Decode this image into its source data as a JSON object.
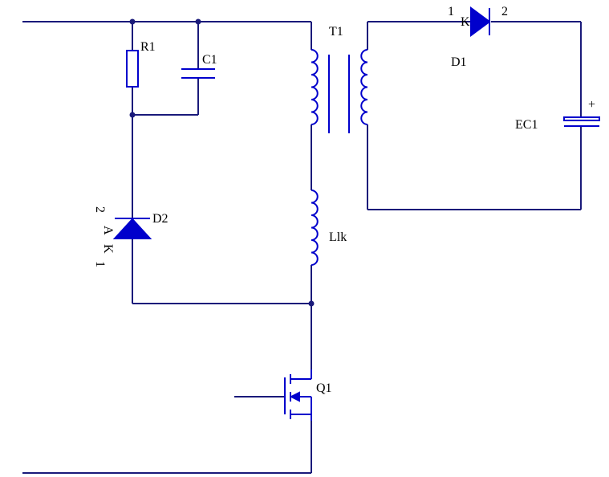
{
  "colors": {
    "wire": "#1a1a7a",
    "component": "#0000cc",
    "text": "#000000",
    "background": "#ffffff"
  },
  "components": {
    "r1": {
      "ref": "R1"
    },
    "c1": {
      "ref": "C1"
    },
    "t1": {
      "ref": "T1"
    },
    "d1": {
      "ref": "D1",
      "pin1": "1",
      "pin2": "2",
      "pin_k": "K"
    },
    "ec1": {
      "ref": "EC1",
      "polarity": "+"
    },
    "d2": {
      "ref": "D2",
      "pin1": "1",
      "pin2": "2",
      "pin_a": "A",
      "pin_k": "K"
    },
    "llk": {
      "ref": "Llk"
    },
    "q1": {
      "ref": "Q1"
    }
  }
}
